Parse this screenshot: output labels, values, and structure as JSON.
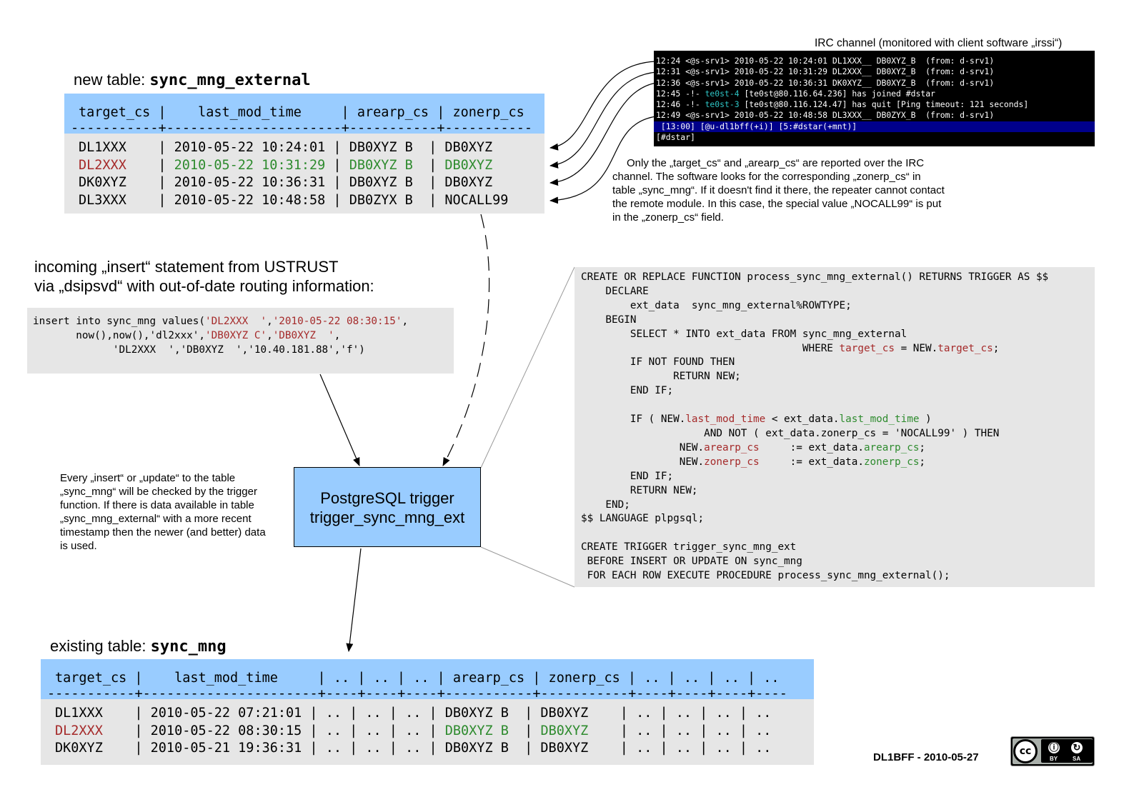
{
  "irc": {
    "caption": "IRC channel (monitored with client software „irssi“)",
    "lines": [
      "12:24 <@s-srv1> 2010-05-22 10:24:01 DL1XXX__ DB0XYZ_B  (from: d-srv1)",
      "12:31 <@s-srv1> 2010-05-22 10:31:29 DL2XXX__ DB0XYZ_B  (from: d-srv1)",
      "12:36 <@s-srv1> 2010-05-22 10:36:31 DK0XYZ__ DB0XYZ_B  (from: d-srv1)"
    ],
    "join_line": {
      "time": "12:45 -!- ",
      "nick": "te0st-4",
      "rest": " [te0st@80.116.64.236] has joined #dstar"
    },
    "quit_line": {
      "time": "12:46 -!- ",
      "nick": "te0st-3",
      "rest": " [te0st@80.116.124.47] has quit [Ping timeout: 121 seconds]"
    },
    "last_line": "12:49 <@s-srv1> 2010-05-22 10:48:58 DL3XXX__ DB0ZYX_B  (from: d-srv1)",
    "status_bar": " [13:00] [@u-dl1bff(+i)] [5:#dstar(+mnt)]",
    "prompt": "[#dstar]"
  },
  "irc_note": "Only the „target_cs“ and „arearp_cs“ are reported over the IRC channel. The software looks for the corresponding „zonerp_cs“ in table „sync_mng“. If it doesn't find it there, the repeater cannot contact the remote module. In this case, the special value „NOCALL99“ is put in the „zonerp_cs“ field.",
  "ext_table": {
    "title_prefix": "new table:",
    "title_name": "sync_mng_external",
    "header": "target_cs |    last_mod_time     | arearp_cs | zonerp_cs",
    "divider": "-----------+----------------------+-----------+-----------",
    "rows": [
      {
        "target": "DL1XXX",
        "mid": "    | 2010-05-22 10:24:01 | DB0XYZ B  | DB0XYZ",
        "color": "normal"
      },
      {
        "target": "DL2XXX",
        "sep": "    | ",
        "time": "2010-05-22 10:31:29",
        "sep2": " | ",
        "area": "DB0XYZ B",
        "sep3": "  | ",
        "zone": "DB0XYZ",
        "color": "highlight"
      },
      {
        "target": "DK0XYZ",
        "mid": "    | 2010-05-22 10:36:31 | DB0XYZ B  | DB0XYZ",
        "color": "normal"
      },
      {
        "target": "DL3XXX",
        "mid": "    | 2010-05-22 10:48:58 | DB0ZYX B  | NOCALL99",
        "color": "normal"
      }
    ]
  },
  "insert_block": {
    "heading_line1": "incoming „insert“ statement from USTRUST",
    "heading_line2": "via „dsipsvd“ with out-of-date routing information:"
  },
  "trigger_box": {
    "line1": "PostgreSQL trigger",
    "line2": "trigger_sync_mng_ext"
  },
  "trigger_note": "Every „insert“ or „update“ to the table „sync_mng“ will be checked by the trigger function. If there is data available in table „sync_mng_external“ with a more recent timestamp then the newer (and better) data is used.",
  "existing_table": {
    "title_prefix": "existing table:",
    "title_name": "sync_mng",
    "header": "target_cs |    last_mod_time     | .. | .. | .. | arearp_cs | zonerp_cs | .. | .. | .. | ..",
    "divider": "-----------+----------------------+----+----+----+-----------+-----------+----+----+----+----",
    "rows": [
      {
        "target": "DL1XXX",
        "mid": "    | 2010-05-22 07:21:01 | .. | .. | .. | DB0XYZ B  | DB0XYZ    | .. | .. | .. | ..",
        "color": "normal"
      },
      {
        "target": "DL2XXX",
        "sep": "    | 2010-05-22 08:30:15 | .. | .. | .. | ",
        "area": "DB0XYZ B",
        "sep3": "  | ",
        "zone": "DB0XYZ",
        "tail": "    | .. | .. | .. | ..",
        "color": "highlight"
      },
      {
        "target": "DK0XYZ",
        "mid": "    | 2010-05-21 19:36:31 | .. | .. | .. | DB0XYZ B  | DB0XYZ    | .. | .. | .. | ..",
        "color": "normal"
      }
    ]
  },
  "footer": {
    "author": "DL1BFF - 2010-05-27",
    "license_badge": "cc-by-sa-icon",
    "by": "BY",
    "sa": "SA"
  },
  "colors": {
    "table_header": "#99ccff",
    "table_body": "#e6e6e6",
    "highlight_red": "#a52a2a",
    "highlight_green": "#2e8b2e",
    "trigger_box": "#99ccff"
  }
}
